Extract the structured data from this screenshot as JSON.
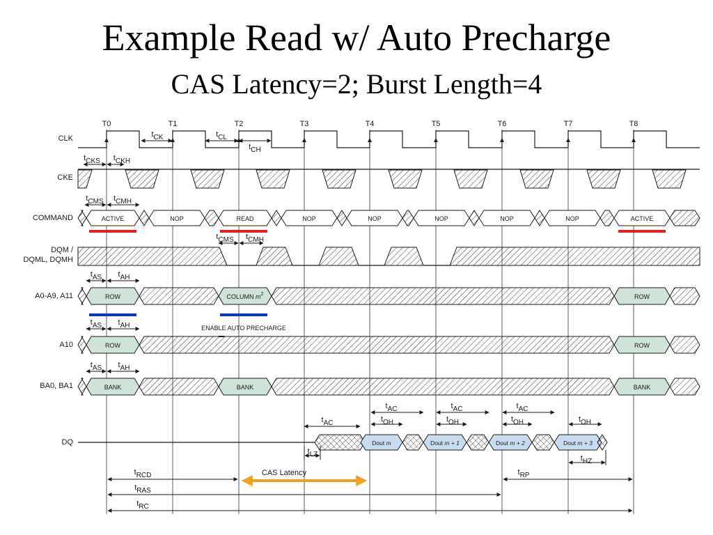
{
  "title": "Example Read w/ Auto Precharge",
  "subtitle": "CAS Latency=2; Burst Length=4",
  "colors": {
    "bus_fill": "#cfe3d8",
    "dq_fill": "#c9dcef",
    "command_mark": "#e02020",
    "address_mark": "#1030c8",
    "cas_latency_arrow": "#f0a020"
  },
  "clock": {
    "labels": [
      "T0",
      "T1",
      "T2",
      "T3",
      "T4",
      "T5",
      "T6",
      "T7",
      "T8"
    ]
  },
  "signals": {
    "clk": "CLK",
    "cke": "CKE",
    "command": "COMMAND",
    "dqm_line1": "DQM /",
    "dqm_line2": "DQML, DQMH",
    "a0_a9": "A0-A9, A11",
    "a10": "A10",
    "ba": "BA0, BA1",
    "dq": "DQ"
  },
  "commands": [
    "ACTIVE",
    "NOP",
    "READ",
    "NOP",
    "NOP",
    "NOP",
    "NOP",
    "NOP",
    "ACTIVE"
  ],
  "address": {
    "row": "ROW",
    "column": "COLUMN",
    "column_suffix": "m",
    "column_sup": "2",
    "auto_precharge_note": "ENABLE AUTO PRECHARGE",
    "bank": "BANK"
  },
  "dq_cells": [
    {
      "prefix": "Dout ",
      "suffix": "m"
    },
    {
      "prefix": "Dout ",
      "suffix": "m + 1"
    },
    {
      "prefix": "Dout ",
      "suffix": "m + 2"
    },
    {
      "prefix": "Dout ",
      "suffix": "m + 3"
    }
  ],
  "timing": {
    "tCK": {
      "t": "t",
      "sub": "CK"
    },
    "tCL": {
      "t": "t",
      "sub": "CL"
    },
    "tCH": {
      "t": "t",
      "sub": "CH"
    },
    "tCKS": {
      "t": "t",
      "sub": "CKS"
    },
    "tCKH": {
      "t": "t",
      "sub": "CKH"
    },
    "tCMS": {
      "t": "t",
      "sub": "CMS"
    },
    "tCMH": {
      "t": "t",
      "sub": "CMH"
    },
    "tAS": {
      "t": "t",
      "sub": "AS"
    },
    "tAH": {
      "t": "t",
      "sub": "AH"
    },
    "tAC": {
      "t": "t",
      "sub": "AC"
    },
    "tOH": {
      "t": "t",
      "sub": "OH"
    },
    "tLZ": {
      "t": "t",
      "sub": "LZ"
    },
    "tHZ": {
      "t": "t",
      "sub": "HZ"
    },
    "tRCD": {
      "t": "t",
      "sub": "RCD"
    },
    "tRAS": {
      "t": "t",
      "sub": "RAS"
    },
    "tRC": {
      "t": "t",
      "sub": "RC"
    },
    "tRP": {
      "t": "t",
      "sub": "RP"
    },
    "cas_latency": "CAS Latency"
  }
}
